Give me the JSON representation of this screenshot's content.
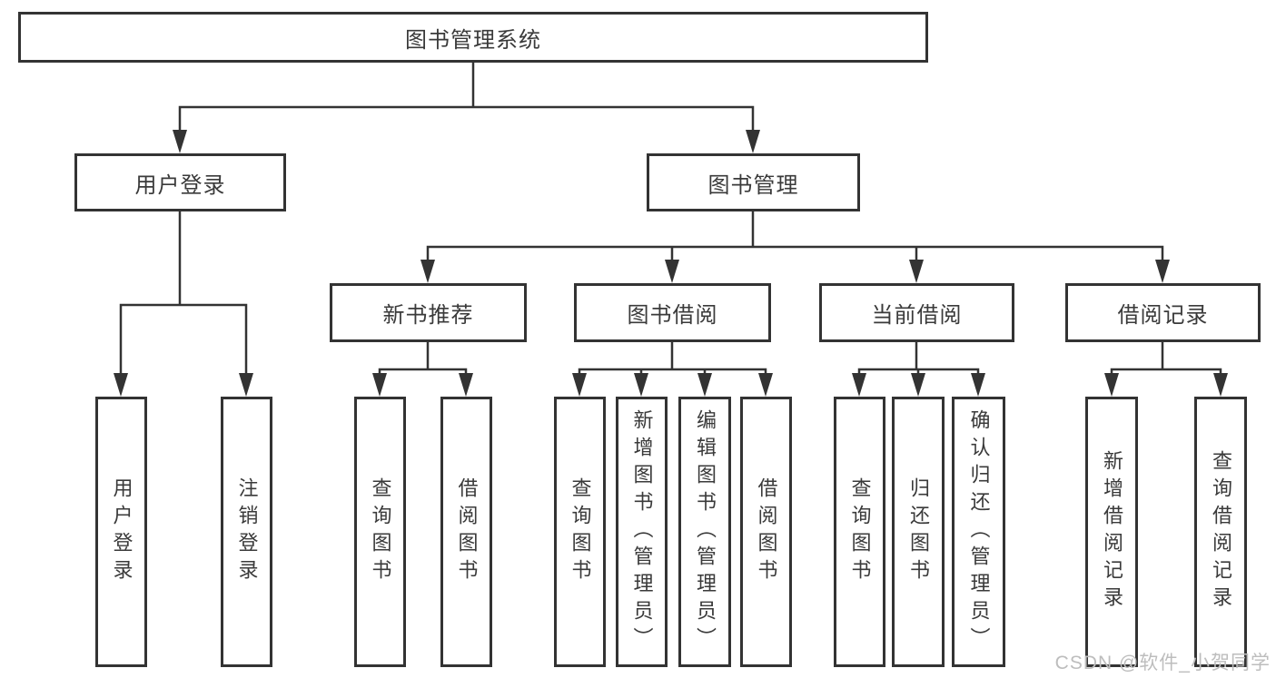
{
  "tree": {
    "label": "图书管理系统",
    "children": [
      {
        "label": "用户登录",
        "children": [
          {
            "label": "用户登录"
          },
          {
            "label": "注销登录"
          }
        ]
      },
      {
        "label": "图书管理",
        "children": [
          {
            "label": "新书推荐",
            "children": [
              {
                "label": "查询图书"
              },
              {
                "label": "借阅图书"
              }
            ]
          },
          {
            "label": "图书借阅",
            "children": [
              {
                "label": "查询图书"
              },
              {
                "label": "新增图书（管理员）"
              },
              {
                "label": "编辑图书（管理员）"
              },
              {
                "label": "借阅图书"
              }
            ]
          },
          {
            "label": "当前借阅",
            "children": [
              {
                "label": "查询图书"
              },
              {
                "label": "归还图书"
              },
              {
                "label": "确认归还（管理员）"
              }
            ]
          },
          {
            "label": "借阅记录",
            "children": [
              {
                "label": "新增借阅记录"
              },
              {
                "label": "查询借阅记录"
              }
            ]
          }
        ]
      }
    ]
  },
  "watermark": "CSDN @软件_小贺同学",
  "colors": {
    "line": "#333333",
    "box_border": "#333333",
    "text": "#3a3a3a",
    "watermark": "#bdbdbd",
    "background": "#ffffff"
  }
}
